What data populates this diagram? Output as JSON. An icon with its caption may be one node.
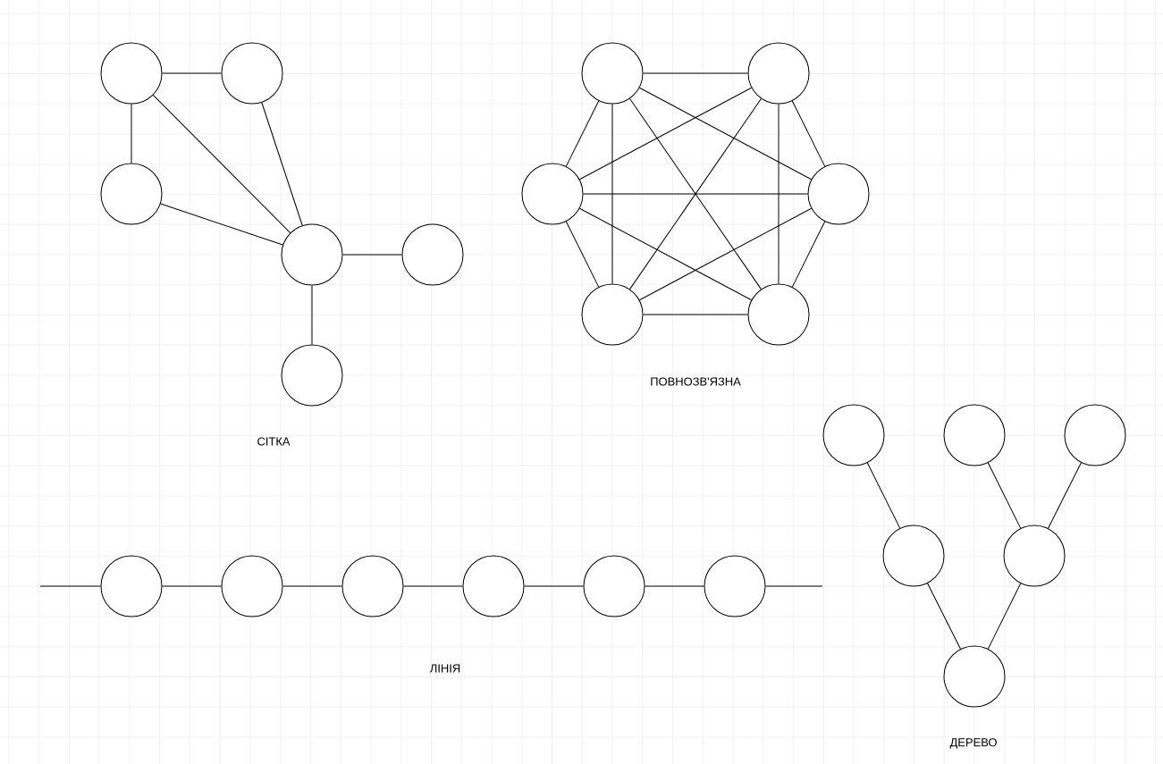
{
  "diagram": {
    "nodes": [
      {
        "text": [],
        "shape": "circle"
      },
      {
        "text": [],
        "shape": "circle"
      },
      {
        "text": [],
        "shape": "circle"
      },
      {
        "text": [],
        "shape": "circle"
      },
      {
        "text": [],
        "shape": "circle"
      },
      {
        "text": [],
        "shape": "circle"
      },
      {
        "text": [],
        "shape": "circle"
      },
      {
        "text": [],
        "shape": "circle"
      },
      {
        "text": [],
        "shape": "circle"
      },
      {
        "text": [],
        "shape": "circle"
      },
      {
        "text": [],
        "shape": "circle"
      },
      {
        "text": [],
        "shape": "circle"
      },
      {
        "text": [],
        "shape": "circle"
      },
      {
        "text": [],
        "shape": "circle"
      },
      {
        "text": [],
        "shape": "circle"
      },
      {
        "text": [],
        "shape": "circle"
      },
      {
        "text": [],
        "shape": "circle"
      },
      {
        "text": [],
        "shape": "circle"
      },
      {
        "text": [],
        "shape": "circle"
      },
      {
        "text": [],
        "shape": "circle"
      },
      {
        "text": [],
        "shape": "circle"
      },
      {
        "text": [],
        "shape": "circle"
      },
      {
        "text": [],
        "shape": "circle"
      },
      {
        "text": [],
        "shape": "circle"
      }
    ],
    "edges": [
      {
        "from": 0,
        "to": 1,
        "arrow": "none"
      },
      {
        "from": 0,
        "to": 2,
        "arrow": "none"
      },
      {
        "from": 0,
        "to": 3,
        "arrow": "none"
      },
      {
        "from": 1,
        "to": 3,
        "arrow": "none"
      },
      {
        "from": 2,
        "to": 3,
        "arrow": "none"
      },
      {
        "from": 3,
        "to": 4,
        "arrow": "none"
      },
      {
        "from": 3,
        "to": 5,
        "arrow": "none"
      },
      {
        "from": 6,
        "to": 7,
        "arrow": "none"
      },
      {
        "from": 6,
        "to": 8,
        "arrow": "none"
      },
      {
        "from": 6,
        "to": 9,
        "arrow": "none"
      },
      {
        "from": 6,
        "to": 10,
        "arrow": "none"
      },
      {
        "from": 6,
        "to": 11,
        "arrow": "none"
      },
      {
        "from": 7,
        "to": 8,
        "arrow": "none"
      },
      {
        "from": 7,
        "to": 9,
        "arrow": "none"
      },
      {
        "from": 7,
        "to": 10,
        "arrow": "none"
      },
      {
        "from": 7,
        "to": 11,
        "arrow": "none"
      },
      {
        "from": 8,
        "to": 9,
        "arrow": "none"
      },
      {
        "from": 8,
        "to": 10,
        "arrow": "none"
      },
      {
        "from": 8,
        "to": 11,
        "arrow": "none"
      },
      {
        "from": 9,
        "to": 10,
        "arrow": "none"
      },
      {
        "from": 9,
        "to": 11,
        "arrow": "none"
      },
      {
        "from": 10,
        "to": 11,
        "arrow": "none"
      },
      {
        "from": 12,
        "to": 15,
        "arrow": "none"
      },
      {
        "from": 13,
        "to": 16,
        "arrow": "none"
      },
      {
        "from": 14,
        "to": 16,
        "arrow": "none"
      },
      {
        "from": 15,
        "to": 17,
        "arrow": "none"
      },
      {
        "from": 16,
        "to": 17,
        "arrow": "none"
      },
      {
        "from": null,
        "to": 18,
        "arrow": "none"
      },
      {
        "from": 18,
        "to": 19,
        "arrow": "none"
      },
      {
        "from": 19,
        "to": 20,
        "arrow": "none"
      },
      {
        "from": 20,
        "to": 21,
        "arrow": "none"
      },
      {
        "from": 21,
        "to": 22,
        "arrow": "none"
      },
      {
        "from": 22,
        "to": 23,
        "arrow": "none"
      },
      {
        "from": 23,
        "to": null,
        "arrow": "none"
      }
    ],
    "labels": [
      "ПОВНОЗВ'ЯЗНА",
      "СІТКА",
      "ДЕРЕВО",
      "ЛІНІЯ"
    ]
  }
}
